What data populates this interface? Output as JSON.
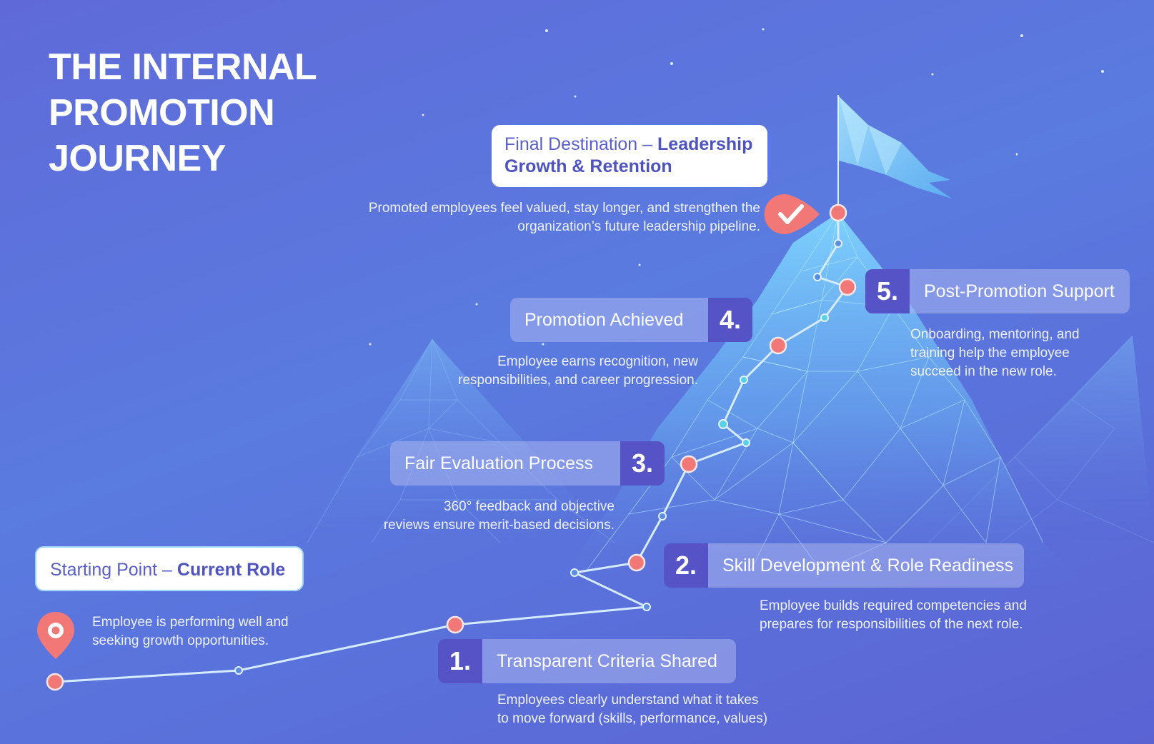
{
  "title": {
    "line1": "THE INTERNAL",
    "line2": "PROMOTION",
    "line3": "JOURNEY"
  },
  "destination": {
    "prefix": "Final Destination – ",
    "bold_line1": "Leadership",
    "bold_line2": "Growth & Retention",
    "desc_line1": "Promoted employees feel valued, stay longer, and strengthen the",
    "desc_line2": "organization’s future leadership pipeline."
  },
  "start": {
    "prefix": "Starting Point – ",
    "bold": "Current Role",
    "desc_line1": "Employee is performing well and",
    "desc_line2": "seeking growth opportunities."
  },
  "steps": [
    {
      "number": "1.",
      "label": "Transparent Criteria Shared",
      "desc_line1": "Employees clearly understand what it takes",
      "desc_line2": "to move forward (skills, performance, values)"
    },
    {
      "number": "2.",
      "label": "Skill Development & Role Readiness",
      "desc_line1": "Employee builds required competencies and",
      "desc_line2": "prepares for responsibilities of the next role."
    },
    {
      "number": "3.",
      "label": "Fair Evaluation Process",
      "desc_line1": "360° feedback and objective",
      "desc_line2": "reviews ensure merit-based decisions."
    },
    {
      "number": "4.",
      "label": "Promotion Achieved",
      "desc_line1": "Employee earns recognition, new",
      "desc_line2": "responsibilities, and career progression."
    },
    {
      "number": "5.",
      "label": "Post-Promotion Support",
      "desc_line1": "Onboarding, mentoring, and",
      "desc_line2": "training help the employee",
      "desc_line3": "succeed in the new role."
    }
  ],
  "colors": {
    "milestone": "#f27877",
    "path": "#cfe8ff",
    "mountain": "#6fc6ff",
    "number_badge": "#5553c6"
  },
  "icons": {
    "start": "location-pin-icon",
    "finish": "checkmark-badge-icon",
    "summit": "flag-icon"
  }
}
